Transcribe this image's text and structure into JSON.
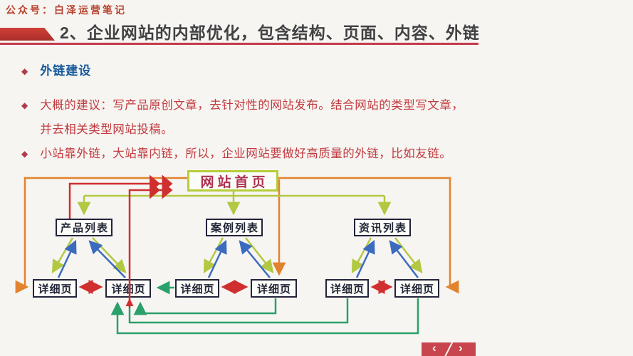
{
  "meta": {
    "account_label": "公众号：白泽运营笔记"
  },
  "header": {
    "title": "2、企业网站的内部优化，包含结构、页面、内容、外链"
  },
  "ui": {
    "bullet_glyph": "◆"
  },
  "bullets": [
    {
      "lines": [
        "外链建设"
      ]
    },
    {
      "lines": [
        "大概的建议：写产品原创文章，去针对性的网站发布。结合网站的类型写文章，",
        "并去相关类型网站投稿。"
      ]
    },
    {
      "lines": [
        "小站靠外链，大站靠内链，所以，企业网站要做好高质量的外链，比如友链。"
      ]
    }
  ],
  "diagram": {
    "home": {
      "label": "网站首页"
    },
    "lists": [
      {
        "label": "产品列表"
      },
      {
        "label": "案例列表"
      },
      {
        "label": "资讯列表"
      }
    ],
    "detail_label": "详细页",
    "edges": [
      {
        "from": "home",
        "to": "detail-1",
        "color": "orange",
        "path": "left-outer-loop"
      },
      {
        "from": "home",
        "to": "detail-6",
        "color": "orange",
        "path": "right-outer-loop"
      },
      {
        "from": "home",
        "to": "detail-4",
        "color": "orange",
        "path": "vertical-drop"
      },
      {
        "from": "home",
        "to": "list-1",
        "color": "yellow-green"
      },
      {
        "from": "home",
        "to": "list-2",
        "color": "yellow-green"
      },
      {
        "from": "home",
        "to": "list-3",
        "color": "yellow-green"
      },
      {
        "from": "list-1",
        "to": "home",
        "color": "red"
      },
      {
        "from": "detail-2",
        "to": "home",
        "color": "red",
        "path": "vertical-through-detail-2"
      },
      {
        "from": "list-1",
        "to": "detail-1",
        "color": "yellow-green"
      },
      {
        "from": "detail-1",
        "to": "list-1",
        "color": "blue"
      },
      {
        "from": "list-1",
        "to": "detail-2",
        "color": "yellow-green"
      },
      {
        "from": "detail-2",
        "to": "list-1",
        "color": "blue"
      },
      {
        "from": "list-2",
        "to": "detail-3",
        "color": "yellow-green"
      },
      {
        "from": "detail-3",
        "to": "list-2",
        "color": "blue"
      },
      {
        "from": "list-2",
        "to": "detail-4",
        "color": "yellow-green"
      },
      {
        "from": "detail-4",
        "to": "list-2",
        "color": "blue"
      },
      {
        "from": "list-3",
        "to": "detail-5",
        "color": "yellow-green"
      },
      {
        "from": "detail-5",
        "to": "list-3",
        "color": "blue"
      },
      {
        "from": "list-3",
        "to": "detail-6",
        "color": "yellow-green"
      },
      {
        "from": "detail-6",
        "to": "list-3",
        "color": "blue"
      },
      {
        "from": "detail-1",
        "to": "detail-2",
        "color": "red",
        "bidirectional": true
      },
      {
        "from": "detail-3",
        "to": "detail-4",
        "color": "red",
        "bidirectional": true
      },
      {
        "from": "detail-5",
        "to": "detail-6",
        "color": "red",
        "bidirectional": true
      },
      {
        "from": "detail-3",
        "to": "detail-2",
        "color": "green"
      },
      {
        "from": "detail-4",
        "to": "detail-2",
        "color": "green",
        "path": "bottom-loop-inner"
      },
      {
        "from": "detail-5",
        "to": "detail-2",
        "color": "green",
        "path": "bottom-loop-middle"
      },
      {
        "from": "detail-6",
        "to": "detail-2",
        "color": "green",
        "path": "bottom-loop-outer"
      }
    ],
    "colors": {
      "red_arrow": "#d02f2f",
      "orange_arrow": "#e2832d",
      "yellow_green_arrow": "#b2c843",
      "blue_arrow": "#3b6bbf",
      "green_arrow": "#2aa06a",
      "home_border": "#b5cd3d",
      "home_text": "#ae3150",
      "box_border": "#23233b"
    }
  },
  "colors": {
    "accent_red": "#c33a4c",
    "heading_blue": "#165a9c",
    "body_red": "#c13a40",
    "meta_red": "#b8432f",
    "nav_red": "#c8454d"
  },
  "nav": {
    "prev": "‹",
    "next": "›"
  }
}
